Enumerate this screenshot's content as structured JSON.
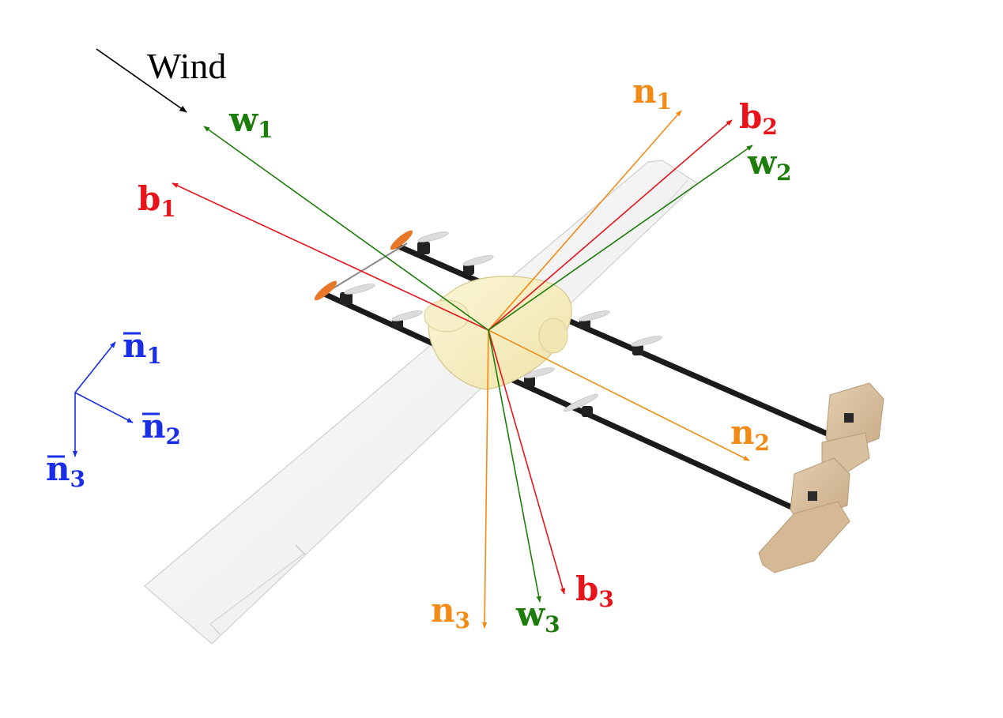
{
  "wind_label": "Wind",
  "colors": {
    "n": "#f28a16",
    "b": "#e8141c",
    "w": "#1d7d0a",
    "nbar": "#1a2ee6",
    "wind": "#000000"
  },
  "labels": {
    "n1": {
      "base": "n",
      "sub": "1",
      "bar": false
    },
    "n2": {
      "base": "n",
      "sub": "2",
      "bar": false
    },
    "n3": {
      "base": "n",
      "sub": "3",
      "bar": false
    },
    "b1": {
      "base": "b",
      "sub": "1",
      "bar": false
    },
    "b2": {
      "base": "b",
      "sub": "2",
      "bar": false
    },
    "b3": {
      "base": "b",
      "sub": "3",
      "bar": false
    },
    "w1": {
      "base": "w",
      "sub": "1",
      "bar": false
    },
    "w2": {
      "base": "w",
      "sub": "2",
      "bar": false
    },
    "w3": {
      "base": "w",
      "sub": "3",
      "bar": false
    },
    "nb1": {
      "base": "n",
      "sub": "1",
      "bar": true
    },
    "nb2": {
      "base": "n",
      "sub": "2",
      "bar": true
    },
    "nb3": {
      "base": "n",
      "sub": "3",
      "bar": true
    }
  }
}
